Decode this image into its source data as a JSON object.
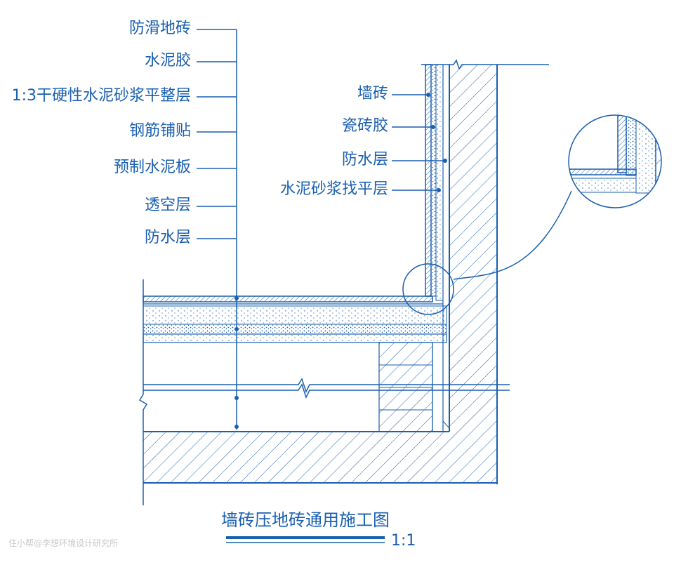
{
  "floor_labels": [
    "防滑地砖",
    "水泥胶",
    "1:3干硬性水泥砂浆平整层",
    "钢筋铺贴",
    "预制水泥板",
    "透空层",
    "防水层"
  ],
  "wall_labels": [
    "墙砖",
    "瓷砖胶",
    "防水层",
    "水泥砂浆找平层"
  ],
  "title": "墙砖压地砖通用施工图",
  "scale": "1:1",
  "watermark": "住小帮@李想环境设计研究所",
  "colors": {
    "line": "#1a5fb0",
    "watermark": "#c8c8c8"
  }
}
